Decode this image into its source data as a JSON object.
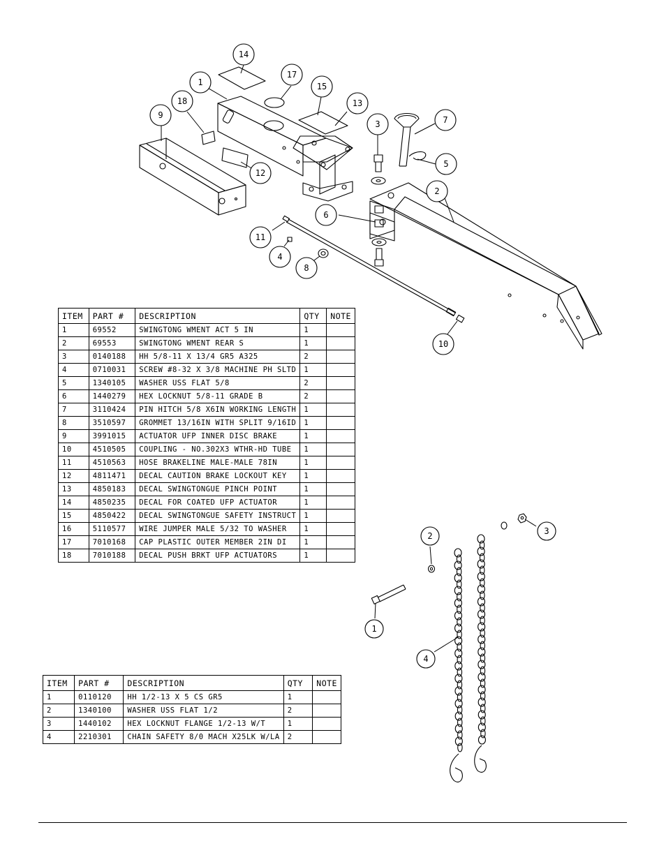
{
  "upper_assembly": {
    "callouts": [
      "14",
      "1",
      "17",
      "15",
      "13",
      "18",
      "9",
      "3",
      "7",
      "5",
      "12",
      "2",
      "6",
      "11",
      "4",
      "8",
      "10"
    ],
    "table": {
      "headers": [
        "ITEM",
        "PART #",
        "DESCRIPTION",
        "QTY",
        "NOTE"
      ],
      "rows": [
        [
          "1",
          "69552",
          "SWINGTONG WMENT ACT 5 IN",
          "1",
          ""
        ],
        [
          "2",
          "69553",
          "SWINGTONG WMENT REAR S",
          "1",
          ""
        ],
        [
          "3",
          "0140188",
          "HH 5/8-11 X 13/4  GR5 A325",
          "2",
          ""
        ],
        [
          "4",
          "0710031",
          "SCREW #8-32 X 3/8 MACHINE PH SLTD",
          "1",
          ""
        ],
        [
          "5",
          "1340105",
          "WASHER USS FLAT 5/8",
          "2",
          ""
        ],
        [
          "6",
          "1440279",
          "HEX LOCKNUT 5/8-11 GRADE B",
          "2",
          ""
        ],
        [
          "7",
          "3110424",
          "PIN HITCH 5/8 X6IN WORKING LENGTH",
          "1",
          ""
        ],
        [
          "8",
          "3510597",
          "GROMMET 13/16IN  WITH SPLIT 9/16ID",
          "1",
          ""
        ],
        [
          "9",
          "3991015",
          "ACTUATOR UFP INNER  DISC BRAKE",
          "1",
          ""
        ],
        [
          "10",
          "4510505",
          "COUPLING - NO.302X3 WTHR-HD TUBE",
          "1",
          ""
        ],
        [
          "11",
          "4510563",
          "HOSE BRAKELINE MALE-MALE 78IN",
          "1",
          ""
        ],
        [
          "12",
          "4811471",
          "DECAL CAUTION BRAKE LOCKOUT KEY",
          "1",
          ""
        ],
        [
          "13",
          "4850183",
          "DECAL SWINGTONGUE PINCH POINT",
          "1",
          ""
        ],
        [
          "14",
          "4850235",
          "DECAL FOR COATED UFP ACTUATOR",
          "1",
          ""
        ],
        [
          "15",
          "4850422",
          "DECAL SWINGTONGUE SAFETY INSTRUCT",
          "1",
          ""
        ],
        [
          "16",
          "5110577",
          "WIRE JUMPER MALE 5/32 TO WASHER",
          "1",
          ""
        ],
        [
          "17",
          "7010168",
          "CAP  PLASTIC OUTER MEMBER 2IN DI",
          "1",
          ""
        ],
        [
          "18",
          "7010188",
          "DECAL PUSH BRKT UFP ACTUATORS",
          "1",
          ""
        ]
      ]
    }
  },
  "lower_assembly": {
    "callouts": [
      "2",
      "3",
      "1",
      "4"
    ],
    "table": {
      "headers": [
        "ITEM",
        "PART #",
        "DESCRIPTION",
        "QTY",
        "NOTE"
      ],
      "rows": [
        [
          "1",
          "0110120",
          "HH 1/2-13 X 5 CS GR5",
          "1",
          ""
        ],
        [
          "2",
          "1340100",
          "WASHER USS FLAT 1/2",
          "2",
          ""
        ],
        [
          "3",
          "1440102",
          "HEX LOCKNUT FLANGE 1/2-13 W/T",
          "1",
          ""
        ],
        [
          "4",
          "2210301",
          "CHAIN SAFETY 8/0 MACH X25LK W/LA",
          "2",
          ""
        ]
      ]
    }
  }
}
